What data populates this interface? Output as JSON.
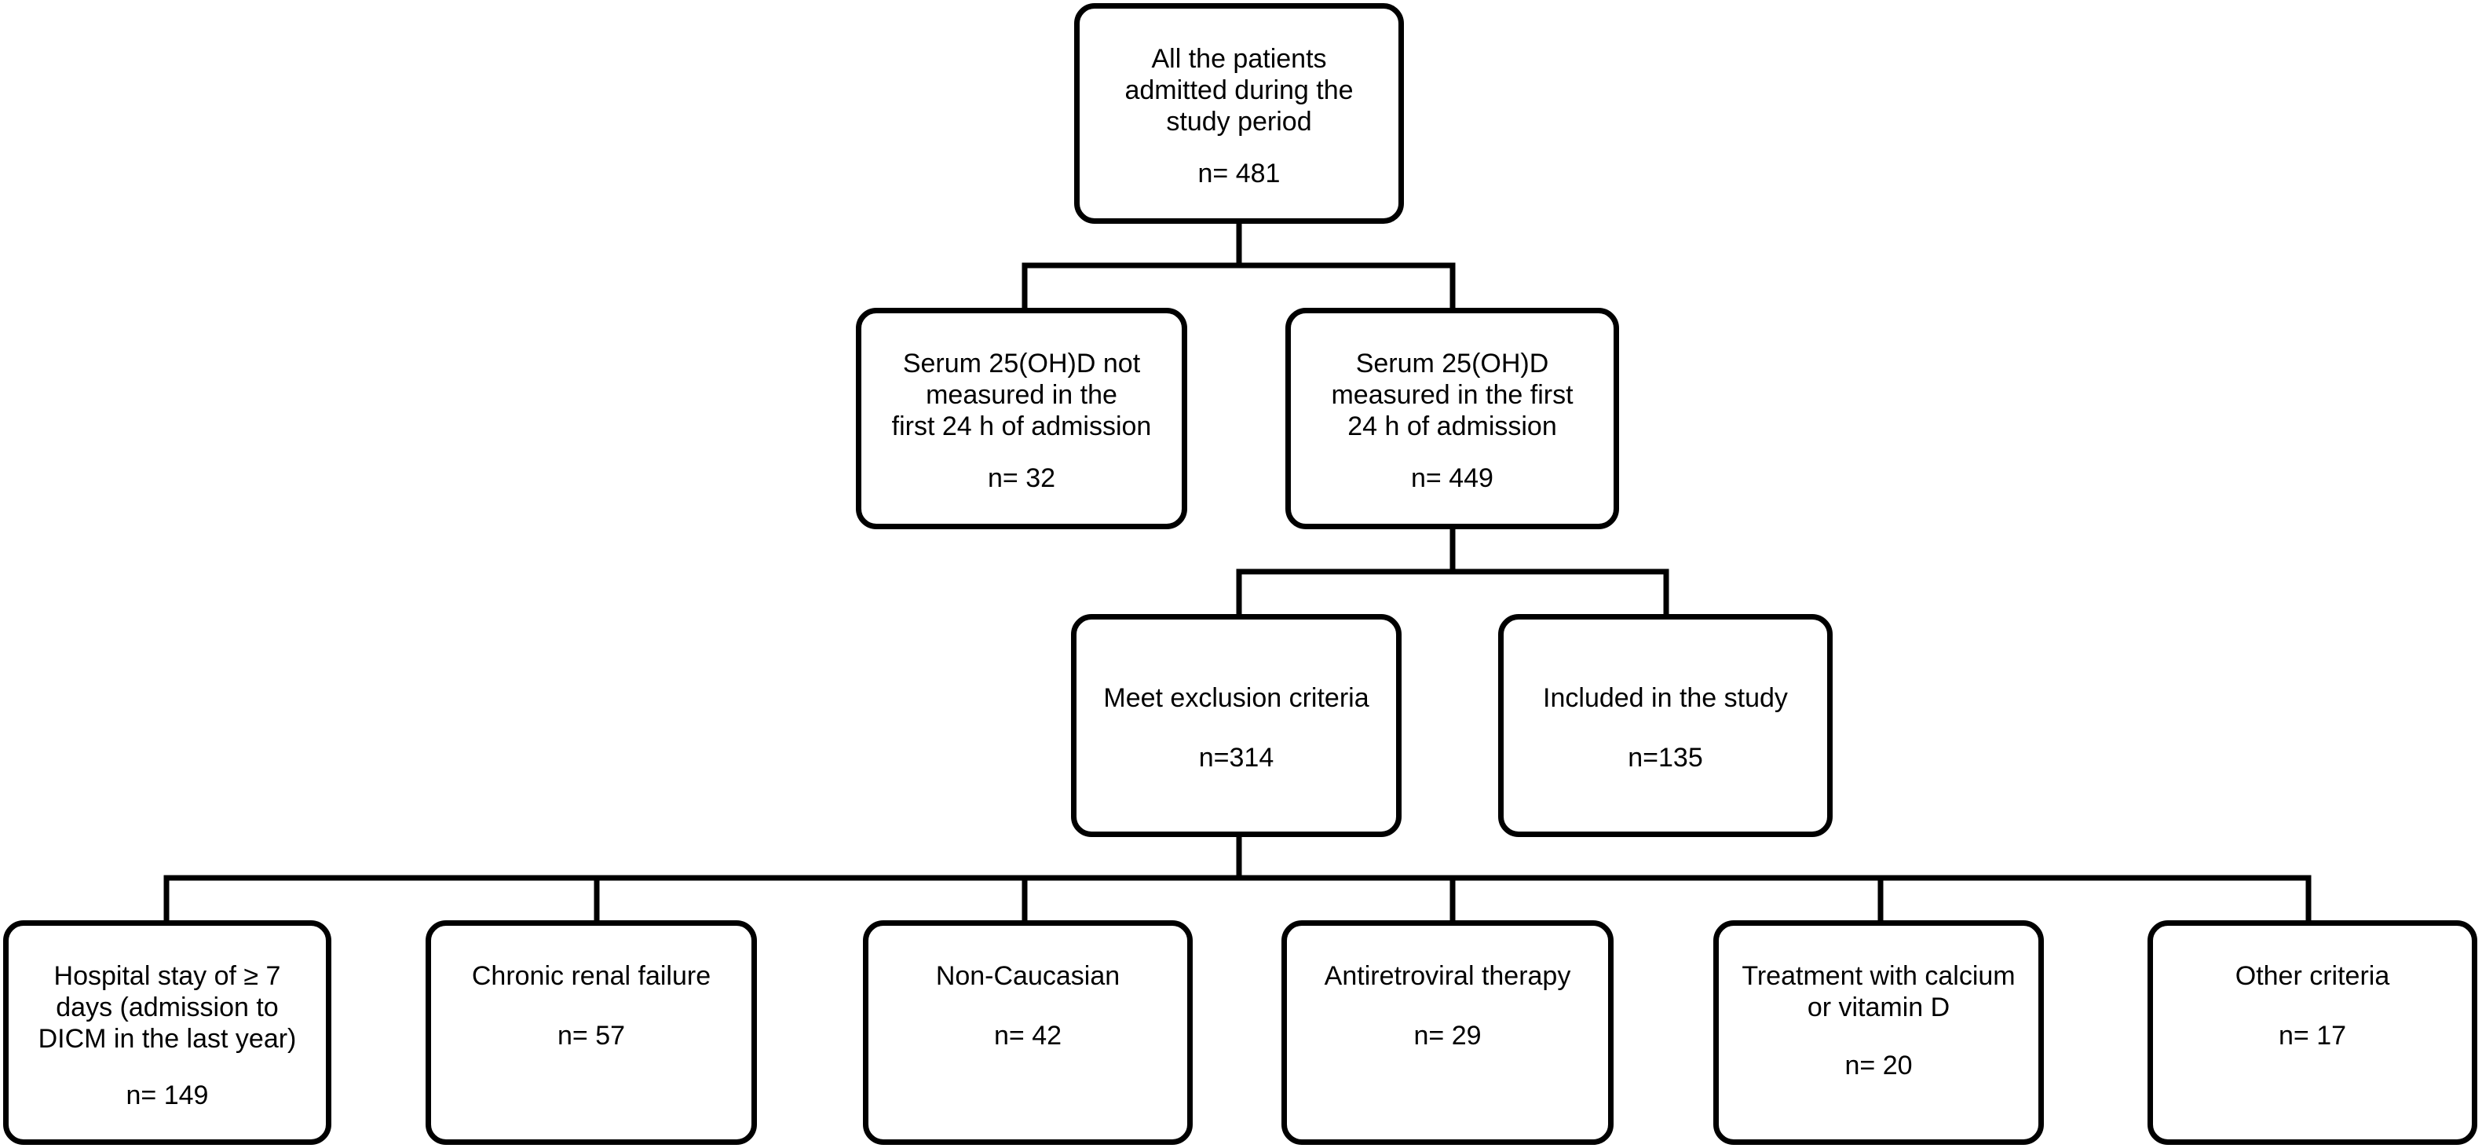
{
  "flowchart": {
    "root": {
      "label": "All the patients\nadmitted during the\nstudy period",
      "count": "n= 481"
    },
    "not_measured": {
      "label": "Serum 25(OH)D not\nmeasured in the\nfirst 24 h of admission",
      "count": "n= 32"
    },
    "measured": {
      "label": "Serum 25(OH)D\nmeasured in the first\n24 h of admission",
      "count": "n= 449"
    },
    "exclusion": {
      "label": "Meet exclusion criteria",
      "count": "n=314"
    },
    "included": {
      "label": "Included in the study",
      "count": "n=135"
    },
    "criteria": [
      {
        "label": "Hospital stay of ≥ 7\ndays (admission to\nDICM in the last year)",
        "count": "n= 149"
      },
      {
        "label": "Chronic renal failure",
        "count": "n= 57"
      },
      {
        "label": "Non-Caucasian",
        "count": "n= 42"
      },
      {
        "label": "Antiretroviral therapy",
        "count": "n= 29"
      },
      {
        "label": "Treatment with calcium\nor vitamin D",
        "count": "n= 20"
      },
      {
        "label": "Other criteria",
        "count": "n= 17"
      }
    ]
  },
  "colors": {
    "line": "#000000",
    "background": "#ffffff"
  }
}
